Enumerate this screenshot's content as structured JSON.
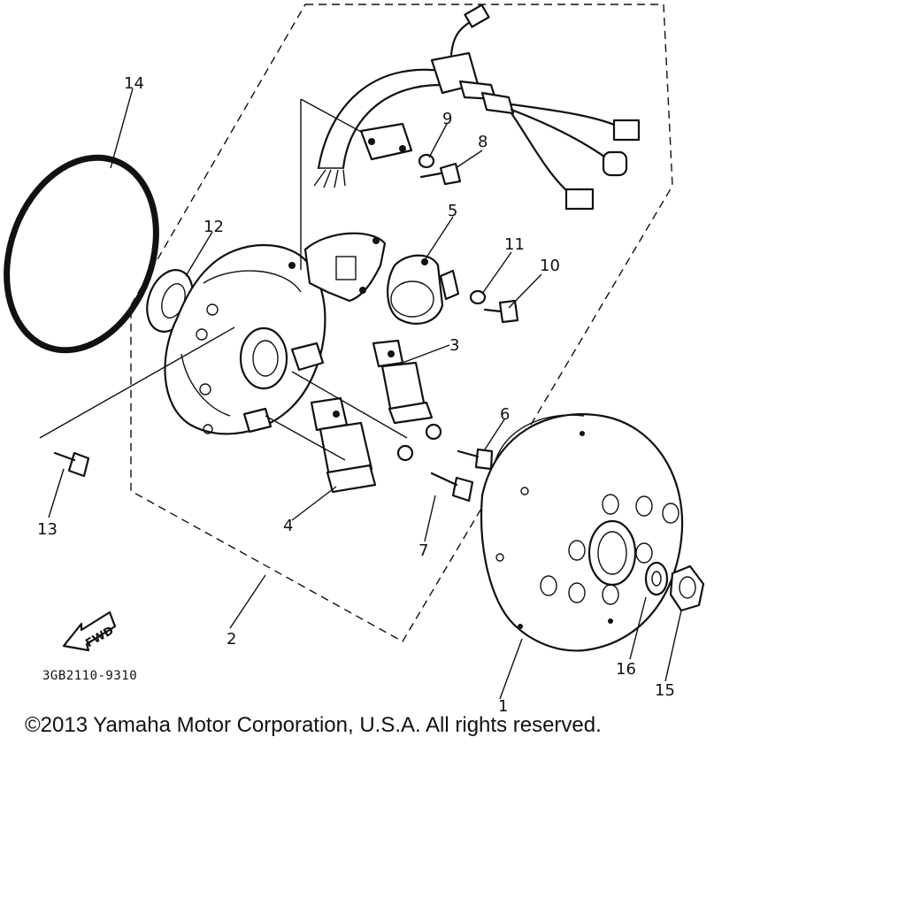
{
  "part_labels": {
    "p1": "1",
    "p2": "2",
    "p3": "3",
    "p4": "4",
    "p5": "5",
    "p6": "6",
    "p7": "7",
    "p8": "8",
    "p9": "9",
    "p10": "10",
    "p11": "11",
    "p12": "12",
    "p13": "13",
    "p14": "14",
    "p15": "15",
    "p16": "16"
  },
  "fwd_label": "FWD",
  "diagram_code": "3GB2110-9310",
  "copyright": "©2013 Yamaha Motor Corporation, U.S.A. All rights reserved."
}
